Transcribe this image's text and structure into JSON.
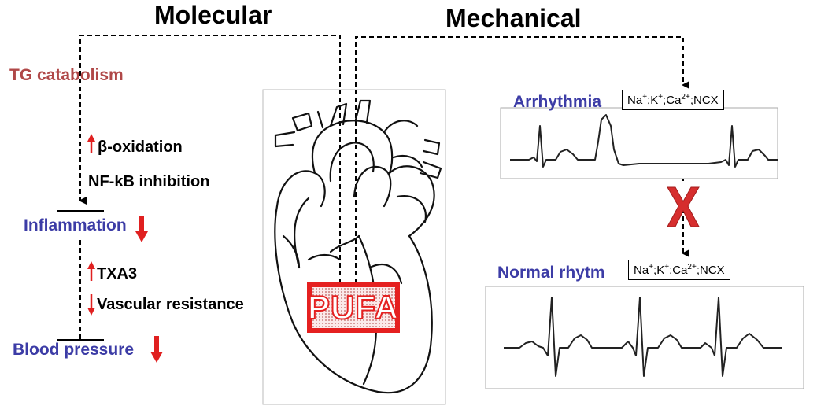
{
  "headers": {
    "molecular": "Molecular",
    "mechanical": "Mechanical"
  },
  "molecular": {
    "tg_catabolism": "TG catabolism",
    "beta_oxidation": "β-oxidation",
    "nfkb_inhibition": "NF-kB inhibition",
    "inflammation": "Inflammation",
    "txa3": "TXA3",
    "vascular_resistance": "Vascular resistance",
    "blood_pressure": "Blood pressure"
  },
  "center": {
    "pufa_label": "PUFA"
  },
  "mechanical": {
    "arrhythmia": "Arrhythmia",
    "normal_rhythm": "Normal rhytm",
    "ions_top": {
      "na": "Na",
      "k": "K",
      "ca": "Ca",
      "plus": "+",
      "two_plus": "2+",
      "ncx": "NCX"
    },
    "ions_bottom": {
      "na": "Na",
      "k": "K",
      "ca": "Ca",
      "plus": "+",
      "two_plus": "2+",
      "ncx": "NCX"
    },
    "block_mark": "X"
  },
  "colors": {
    "label_blue": "#3c3ca6",
    "label_red": "#b04848",
    "arrow_red": "#e02020",
    "pufa_red": "#e52020"
  }
}
